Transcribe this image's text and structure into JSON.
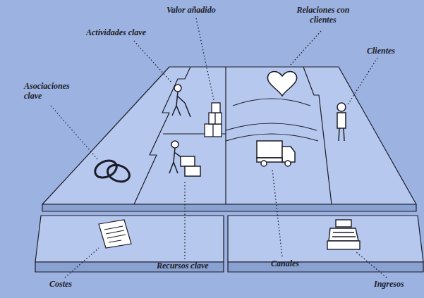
{
  "diagram": {
    "labels": [
      "Valor añadido",
      "Relaciones con clientes",
      "Actividades clave",
      "Clientes",
      "Asociaciones clave",
      "Recursos clave",
      "Canales",
      "Costes",
      "Ingresos"
    ]
  }
}
